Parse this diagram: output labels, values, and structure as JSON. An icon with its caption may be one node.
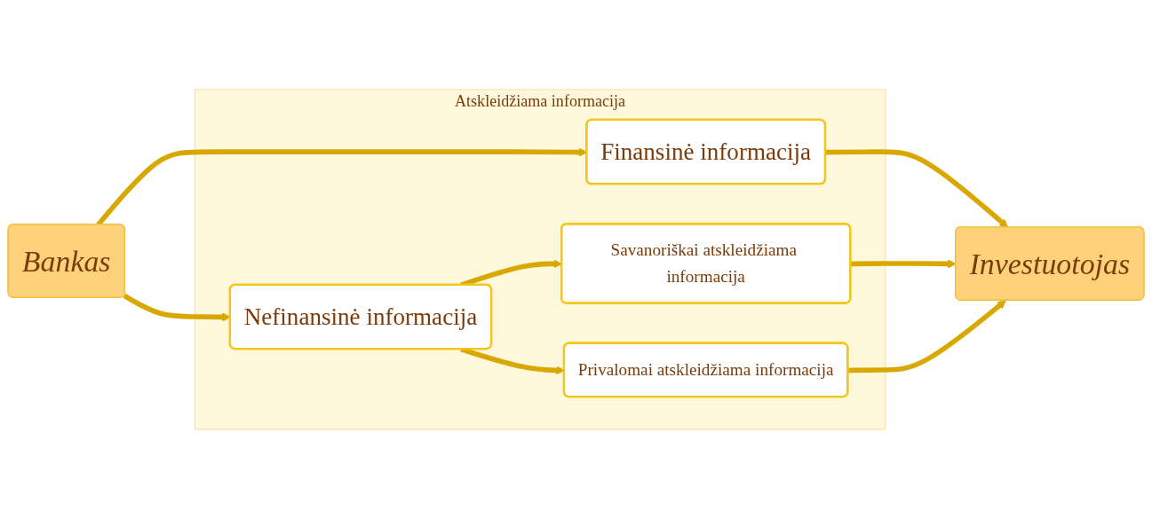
{
  "diagram": {
    "nodes": [
      {
        "text": [
          "Bankas"
        ]
      },
      {
        "text": [
          "Atskleidžiama informacija"
        ]
      },
      {
        "text": [
          "Finansinė informacija"
        ],
        "in": 1
      },
      {
        "text": [
          "Nefinansinė informacija"
        ],
        "in": 1
      },
      {
        "text": [
          "Savanoriškai atskleidžiama informacija"
        ],
        "in": 1
      },
      {
        "text": [
          "Privalomai atskleidžiama informacija"
        ],
        "in": 1
      },
      {
        "text": [
          "Investuotojas"
        ]
      }
    ],
    "edges": [
      {
        "from": 0,
        "to": 2,
        "arrow": "to"
      },
      {
        "from": 0,
        "to": 3,
        "arrow": "to"
      },
      {
        "from": 2,
        "to": 6,
        "arrow": "to"
      },
      {
        "from": 3,
        "to": 4,
        "arrow": "to"
      },
      {
        "from": 3,
        "to": 5,
        "arrow": "to"
      },
      {
        "from": 4,
        "to": 6,
        "arrow": "to"
      },
      {
        "from": 5,
        "to": 6,
        "arrow": "to"
      }
    ]
  }
}
